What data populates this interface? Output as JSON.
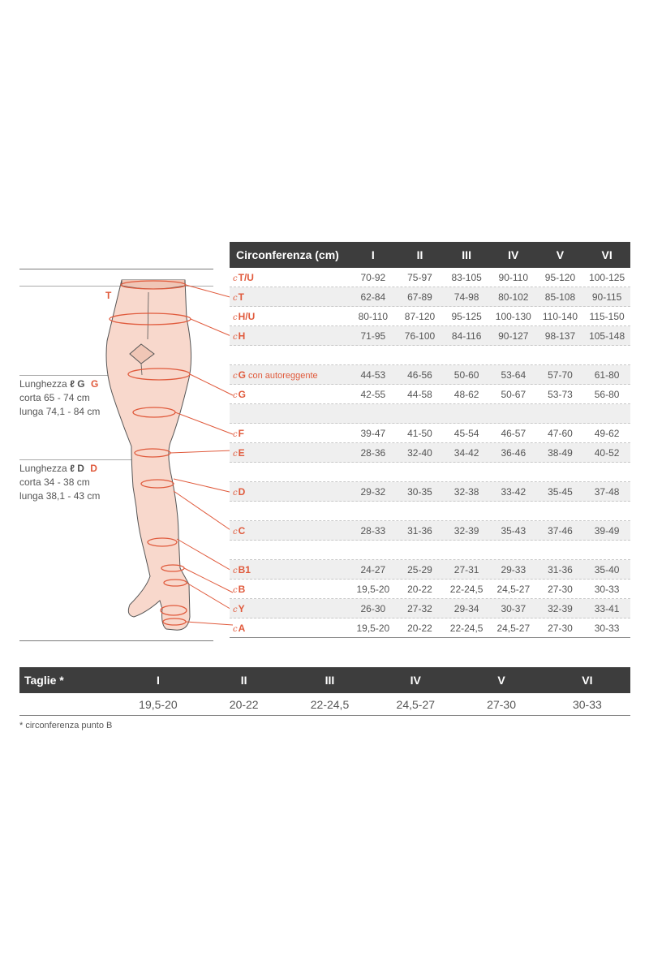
{
  "table": {
    "header_label": "Circonferenza (cm)",
    "sizes": [
      "I",
      "II",
      "III",
      "IV",
      "V",
      "VI"
    ],
    "rows": [
      {
        "c": "c",
        "key": "T/U",
        "extra": "",
        "values": [
          "70-92",
          "75-97",
          "83-105",
          "90-110",
          "95-120",
          "100-125"
        ],
        "shaded": false
      },
      {
        "c": "c",
        "key": "T",
        "extra": "",
        "values": [
          "62-84",
          "67-89",
          "74-98",
          "80-102",
          "85-108",
          "90-115"
        ],
        "shaded": true
      },
      {
        "c": "c",
        "key": "H/U",
        "extra": "",
        "values": [
          "80-110",
          "87-120",
          "95-125",
          "100-130",
          "110-140",
          "115-150"
        ],
        "shaded": false
      },
      {
        "c": "c",
        "key": "H",
        "extra": "",
        "values": [
          "71-95",
          "76-100",
          "84-116",
          "90-127",
          "98-137",
          "105-148"
        ],
        "shaded": true
      },
      {
        "c": "",
        "key": "",
        "extra": "",
        "values": [
          "",
          "",
          "",
          "",
          "",
          ""
        ],
        "shaded": false
      },
      {
        "c": "c",
        "key": "G",
        "extra": " con autoreggente",
        "values": [
          "44-53",
          "46-56",
          "50-60",
          "53-64",
          "57-70",
          "61-80"
        ],
        "shaded": true
      },
      {
        "c": "c",
        "key": "G",
        "extra": "",
        "values": [
          "42-55",
          "44-58",
          "48-62",
          "50-67",
          "53-73",
          "56-80"
        ],
        "shaded": false
      },
      {
        "c": "",
        "key": "",
        "extra": "",
        "values": [
          "",
          "",
          "",
          "",
          "",
          ""
        ],
        "shaded": true
      },
      {
        "c": "c",
        "key": "F",
        "extra": "",
        "values": [
          "39-47",
          "41-50",
          "45-54",
          "46-57",
          "47-60",
          "49-62"
        ],
        "shaded": false
      },
      {
        "c": "c",
        "key": "E",
        "extra": "",
        "values": [
          "28-36",
          "32-40",
          "34-42",
          "36-46",
          "38-49",
          "40-52"
        ],
        "shaded": true
      },
      {
        "c": "",
        "key": "",
        "extra": "",
        "values": [
          "",
          "",
          "",
          "",
          "",
          ""
        ],
        "shaded": false
      },
      {
        "c": "c",
        "key": "D",
        "extra": "",
        "values": [
          "29-32",
          "30-35",
          "32-38",
          "33-42",
          "35-45",
          "37-48"
        ],
        "shaded": true
      },
      {
        "c": "",
        "key": "",
        "extra": "",
        "values": [
          "",
          "",
          "",
          "",
          "",
          ""
        ],
        "shaded": false
      },
      {
        "c": "c",
        "key": "C",
        "extra": "",
        "values": [
          "28-33",
          "31-36",
          "32-39",
          "35-43",
          "37-46",
          "39-49"
        ],
        "shaded": true
      },
      {
        "c": "",
        "key": "",
        "extra": "",
        "values": [
          "",
          "",
          "",
          "",
          "",
          ""
        ],
        "shaded": false
      },
      {
        "c": "c",
        "key": "B1",
        "extra": "",
        "values": [
          "24-27",
          "25-29",
          "27-31",
          "29-33",
          "31-36",
          "35-40"
        ],
        "shaded": true
      },
      {
        "c": "c",
        "key": "B",
        "extra": "",
        "values": [
          "19,5-20",
          "20-22",
          "22-24,5",
          "24,5-27",
          "27-30",
          "30-33"
        ],
        "shaded": false
      },
      {
        "c": "c",
        "key": "Y",
        "extra": "",
        "values": [
          "26-30",
          "27-32",
          "29-34",
          "30-37",
          "32-39",
          "33-41"
        ],
        "shaded": true
      },
      {
        "c": "c",
        "key": "A",
        "extra": "",
        "values": [
          "19,5-20",
          "20-22",
          "22-24,5",
          "24,5-27",
          "27-30",
          "30-33"
        ],
        "shaded": false
      }
    ]
  },
  "annotations": {
    "t_marker": "T",
    "g_block": {
      "prefix": "Lunghezza",
      "symbol": "ℓ G",
      "marker": "G",
      "short": "corta 65 - 74 cm",
      "long": "lunga 74,1 - 84 cm"
    },
    "d_block": {
      "prefix": "Lunghezza",
      "symbol": "ℓ D",
      "marker": "D",
      "short": "corta 34 - 38 cm",
      "long": "lunga 38,1 - 43 cm"
    }
  },
  "sizes_table": {
    "label": "Taglie *",
    "sizes": [
      "I",
      "II",
      "III",
      "IV",
      "V",
      "VI"
    ],
    "values": [
      "19,5-20",
      "20-22",
      "22-24,5",
      "24,5-27",
      "27-30",
      "30-33"
    ]
  },
  "footnote": "* circonferenza punto B",
  "colors": {
    "accent": "#e05a3c",
    "header_bg": "#3d3d3d",
    "leg_fill": "#f8d8cc"
  }
}
